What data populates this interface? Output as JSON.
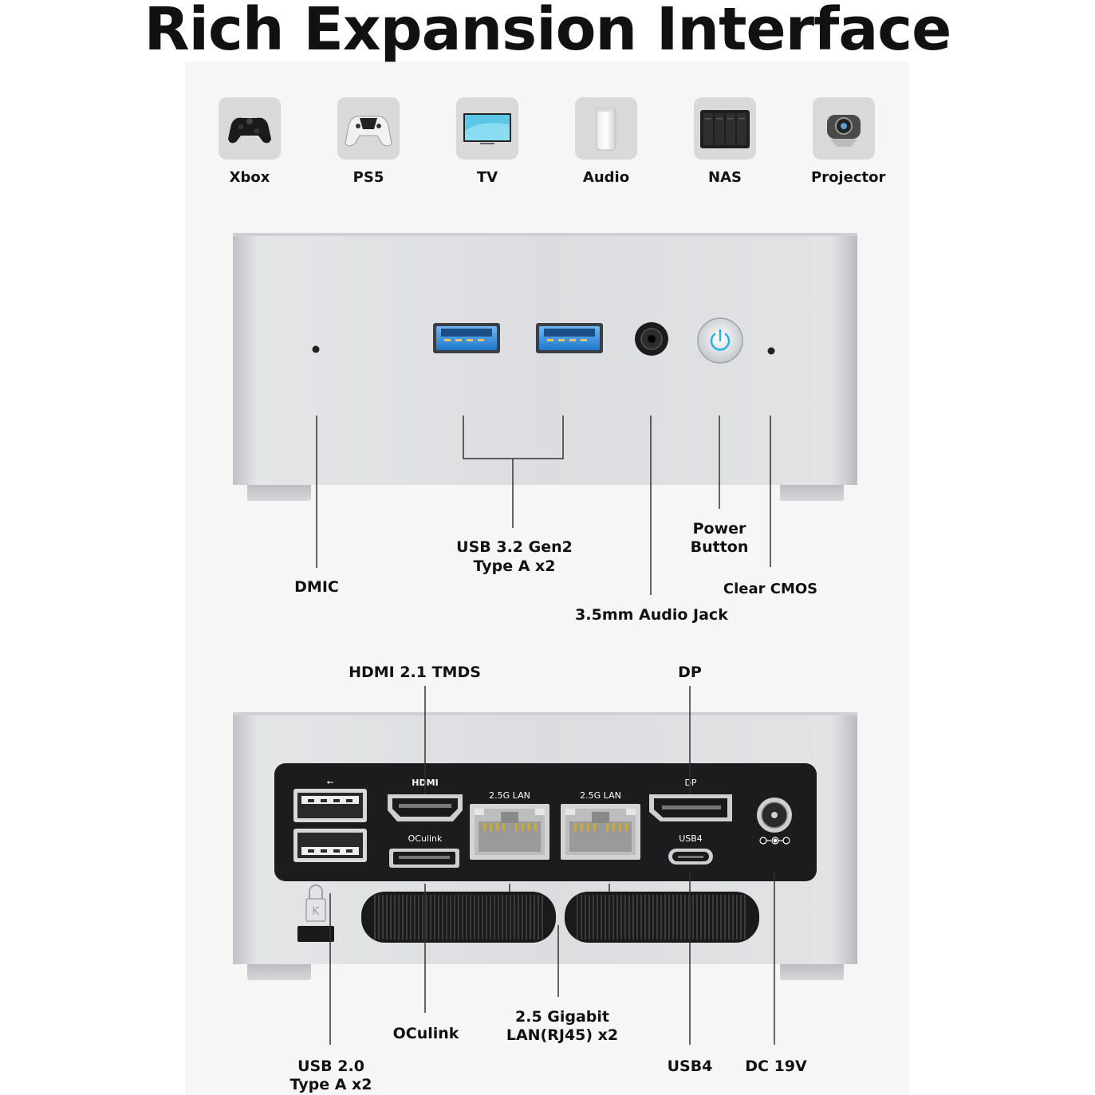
{
  "title": "Rich Expansion Interface",
  "devices": [
    {
      "name": "Xbox",
      "icon": "gamepad-icon"
    },
    {
      "name": "PS5",
      "icon": "gamepad-icon"
    },
    {
      "name": "TV",
      "icon": "tv-icon"
    },
    {
      "name": "Audio",
      "icon": "speaker-icon"
    },
    {
      "name": "NAS",
      "icon": "nas-icon"
    },
    {
      "name": "Projector",
      "icon": "projector-icon"
    }
  ],
  "front": {
    "dmic": "DMIC",
    "usb_line1": "USB 3.2 Gen2",
    "usb_line2": "Type A x2",
    "power_line1": "Power",
    "power_line2": "Button",
    "audio_jack": "3.5mm Audio Jack",
    "clear_cmos": "Clear CMOS"
  },
  "rear": {
    "hdmi": "HDMI 2.1 TMDS",
    "dp": "DP",
    "port_labels": {
      "hdmi_logo": "HDMI",
      "oculink": "OCulink",
      "lan1": "2.5G LAN",
      "lan2": "2.5G LAN",
      "dp": "DP",
      "usb4": "USB4"
    },
    "oculink": "OCulink",
    "lan_line1": "2.5 Gigabit",
    "lan_line2": "LAN(RJ45) x2",
    "usb4": "USB4",
    "dc": "DC 19V",
    "usb20_line1": "USB 2.0",
    "usb20_line2": "Type A x2"
  },
  "colors": {
    "background": "#ffffff",
    "panel": "#f6f6f6",
    "chassis": "#d8d9db",
    "port_blue": "#2f8fe0",
    "rear_panel": "#1c1c1e"
  }
}
